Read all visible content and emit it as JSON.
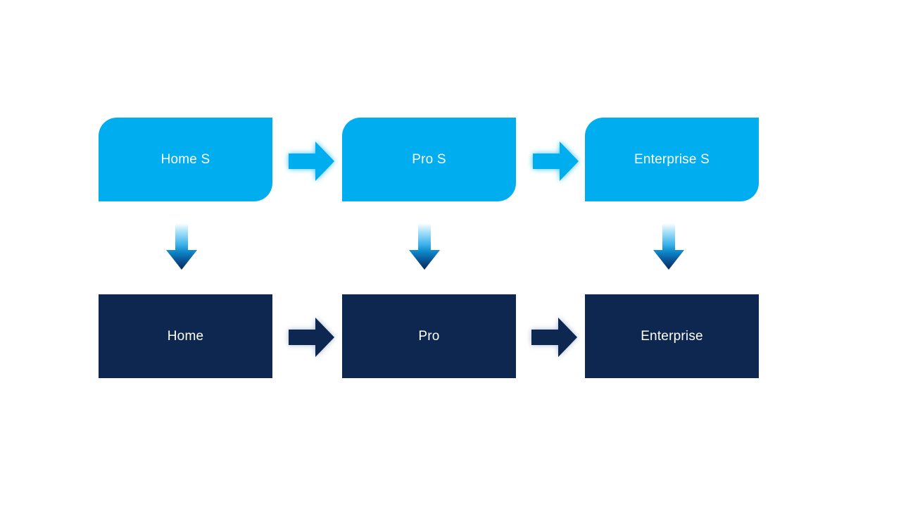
{
  "slide": {
    "colors": {
      "background": "#FFFFFF",
      "light_blue": "#00AEEF",
      "navy": "#0E2750",
      "text": "#FFFFFF",
      "gradient_arrow_top": "#FFFFFF",
      "gradient_arrow_mid": "#3FB3EC",
      "gradient_arrow_bottom": "#0D2A56"
    },
    "top_row": {
      "items": [
        {
          "label": "Home S"
        },
        {
          "label": "Pro S"
        },
        {
          "label": "Enterprise S"
        }
      ]
    },
    "bottom_row": {
      "items": [
        {
          "label": "Home"
        },
        {
          "label": "Pro"
        },
        {
          "label": "Enterprise"
        }
      ]
    },
    "icons": {
      "horizontal": "right-arrow-icon",
      "vertical": "down-arrow-icon"
    }
  }
}
